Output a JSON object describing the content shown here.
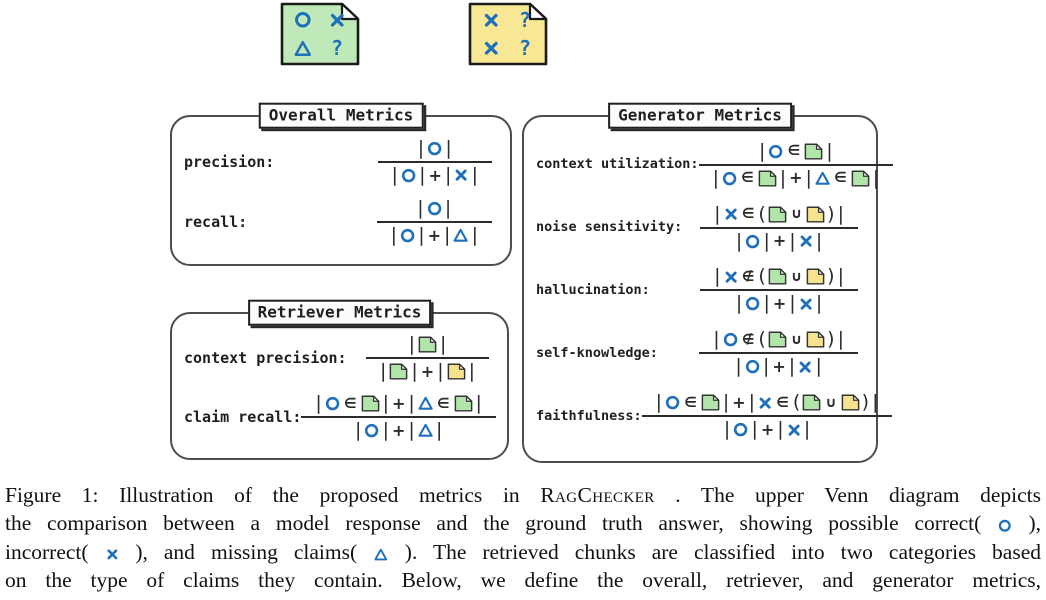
{
  "figure": {
    "caption_lines": [
      [
        {
          "text": "Figure 1: Illustration of the proposed metrics in "
        },
        {
          "smallcaps": "RagChecker"
        },
        {
          "text": " . The upper Venn diagram depicts"
        }
      ],
      [
        {
          "text": "the comparison between a model response and the ground truth answer, showing possible correct( "
        },
        {
          "icon": "circle"
        },
        {
          "text": " ),"
        }
      ],
      [
        {
          "text": "incorrect( "
        },
        {
          "icon": "cross"
        },
        {
          "text": " ), and missing claims( "
        },
        {
          "icon": "triangle"
        },
        {
          "text": " ). The retrieved chunks are classified into two categories based"
        }
      ],
      [
        {
          "text": "on the type of claims they contain. Below, we define the overall, retriever, and generator metrics,"
        }
      ]
    ]
  },
  "notes": {
    "green": {
      "fill": "#bfe9b8",
      "symbols": [
        "circle",
        "cross",
        "triangle",
        "question"
      ]
    },
    "yellow": {
      "fill": "#f8e794",
      "symbols": [
        "cross",
        "question",
        "cross",
        "question"
      ]
    }
  },
  "boxes": [
    {
      "title": "Overall Metrics",
      "metrics": [
        {
          "label": "precision:",
          "num": "|O|",
          "den": "|O|+|X|"
        },
        {
          "label": "recall:",
          "num": "|O|",
          "den": "|O|+|T|"
        }
      ]
    },
    {
      "title": "Retriever Metrics",
      "metrics": [
        {
          "label": "context precision:",
          "num": "|G|",
          "den": "|G|+|Y|"
        },
        {
          "label": "claim recall:",
          "num": "|OeG|+|TeG|",
          "den": "|O|+|T|"
        }
      ]
    },
    {
      "title": "Generator Metrics",
      "metrics": [
        {
          "label": "context utilization:",
          "num": "|OeG|",
          "den": "|OeG|+|TeG|"
        },
        {
          "label": "noise sensitivity:",
          "num": "|Xe(GuY)|",
          "den": "|O|+|X|"
        },
        {
          "label": "hallucination:",
          "num": "|Xn(GuY)|",
          "den": "|O|+|X|"
        },
        {
          "label": "self-knowledge:",
          "num": "|On(GuY)|",
          "den": "|O|+|X|"
        },
        {
          "label": "faithfulness:",
          "num": "|OeG|+|Xe(GuY)|",
          "den": "|O|+|X|"
        }
      ]
    }
  ],
  "colors": {
    "claim_blue": "#1f6fbb",
    "green_chunk": "#b2e5aa",
    "yellow_chunk": "#f7e28d",
    "ink": "#2b2b2b",
    "box_border": "#4d4d4d"
  },
  "icon_legend": {
    "circle": "correct-claim",
    "cross": "incorrect-claim",
    "triangle": "missing-claim",
    "question": "unknown-claim",
    "gchunk": "relevant-chunk",
    "ychunk": "irrelevant-chunk"
  }
}
